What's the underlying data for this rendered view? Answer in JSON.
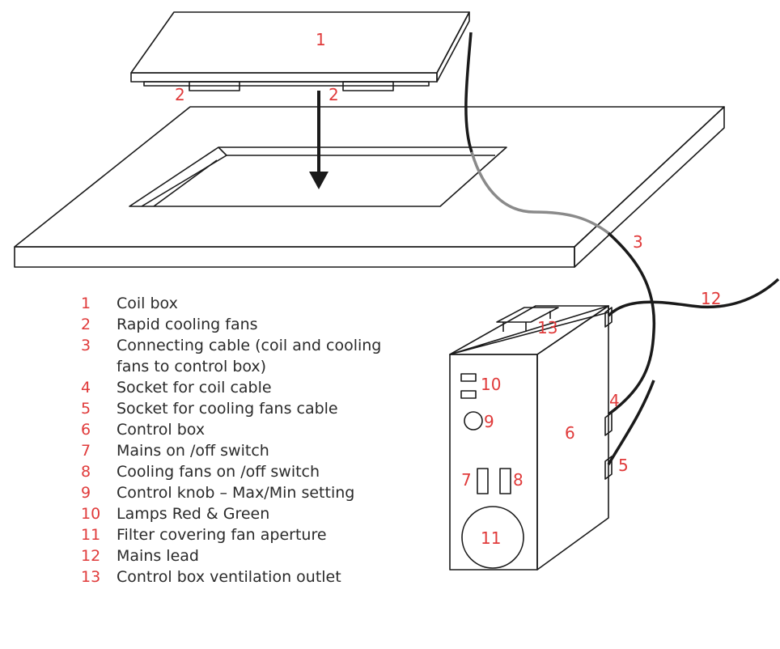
{
  "callouts": {
    "coil_box": "1",
    "fan_left": "2",
    "fan_right": "2",
    "connecting_cable": "3",
    "socket_coil": "4",
    "socket_fans": "5",
    "control_box": "6",
    "mains_switch": "7",
    "fans_switch": "8",
    "control_knob": "9",
    "lamps": "10",
    "filter": "11",
    "mains_lead": "12",
    "ventilation_outlet": "13"
  },
  "legend": [
    {
      "num": "1",
      "text": "Coil box"
    },
    {
      "num": "2",
      "text": "Rapid cooling fans"
    },
    {
      "num": "3",
      "text": "Connecting cable (coil and cooling fans to control box)"
    },
    {
      "num": "4",
      "text": "Socket for coil cable"
    },
    {
      "num": "5",
      "text": "Socket for cooling fans cable"
    },
    {
      "num": "6",
      "text": "Control box"
    },
    {
      "num": "7",
      "text": "Mains on /off switch"
    },
    {
      "num": "8",
      "text": "Cooling fans on /off switch"
    },
    {
      "num": "9",
      "text": "Control knob – Max/Min setting"
    },
    {
      "num": "10",
      "text": "Lamps Red & Green"
    },
    {
      "num": "11",
      "text": "Filter covering fan aperture"
    },
    {
      "num": "12",
      "text": "Mains lead"
    },
    {
      "num": "13",
      "text": "Control box ventilation outlet"
    }
  ],
  "colors": {
    "callout": "#e03a3a",
    "line": "#1a1a1a",
    "cable_grey": "#8a8a8a",
    "text": "#2a2a2a"
  }
}
